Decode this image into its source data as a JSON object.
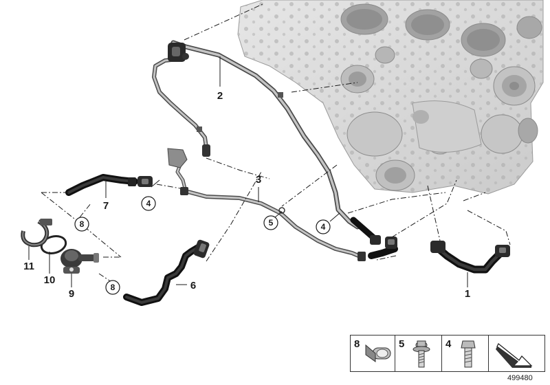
{
  "diagram": {
    "callouts": [
      {
        "id": "c1",
        "label": "1"
      },
      {
        "id": "c2",
        "label": "2"
      },
      {
        "id": "c3",
        "label": "3"
      },
      {
        "id": "c4a",
        "label": "4"
      },
      {
        "id": "c4b",
        "label": "4"
      },
      {
        "id": "c5",
        "label": "5"
      },
      {
        "id": "c6",
        "label": "6"
      },
      {
        "id": "c7",
        "label": "7"
      },
      {
        "id": "c8a",
        "label": "8"
      },
      {
        "id": "c8b",
        "label": "8"
      },
      {
        "id": "c9",
        "label": "9"
      },
      {
        "id": "c10",
        "label": "10"
      },
      {
        "id": "c11",
        "label": "11"
      }
    ],
    "legend": [
      {
        "label": "8",
        "icon": "hose-clamp-icon"
      },
      {
        "label": "5",
        "icon": "flange-screw-icon"
      },
      {
        "label": "4",
        "icon": "hex-bolt-icon"
      },
      {
        "label": "",
        "icon": "direction-arrow-icon"
      }
    ],
    "reference_number": "499480"
  }
}
